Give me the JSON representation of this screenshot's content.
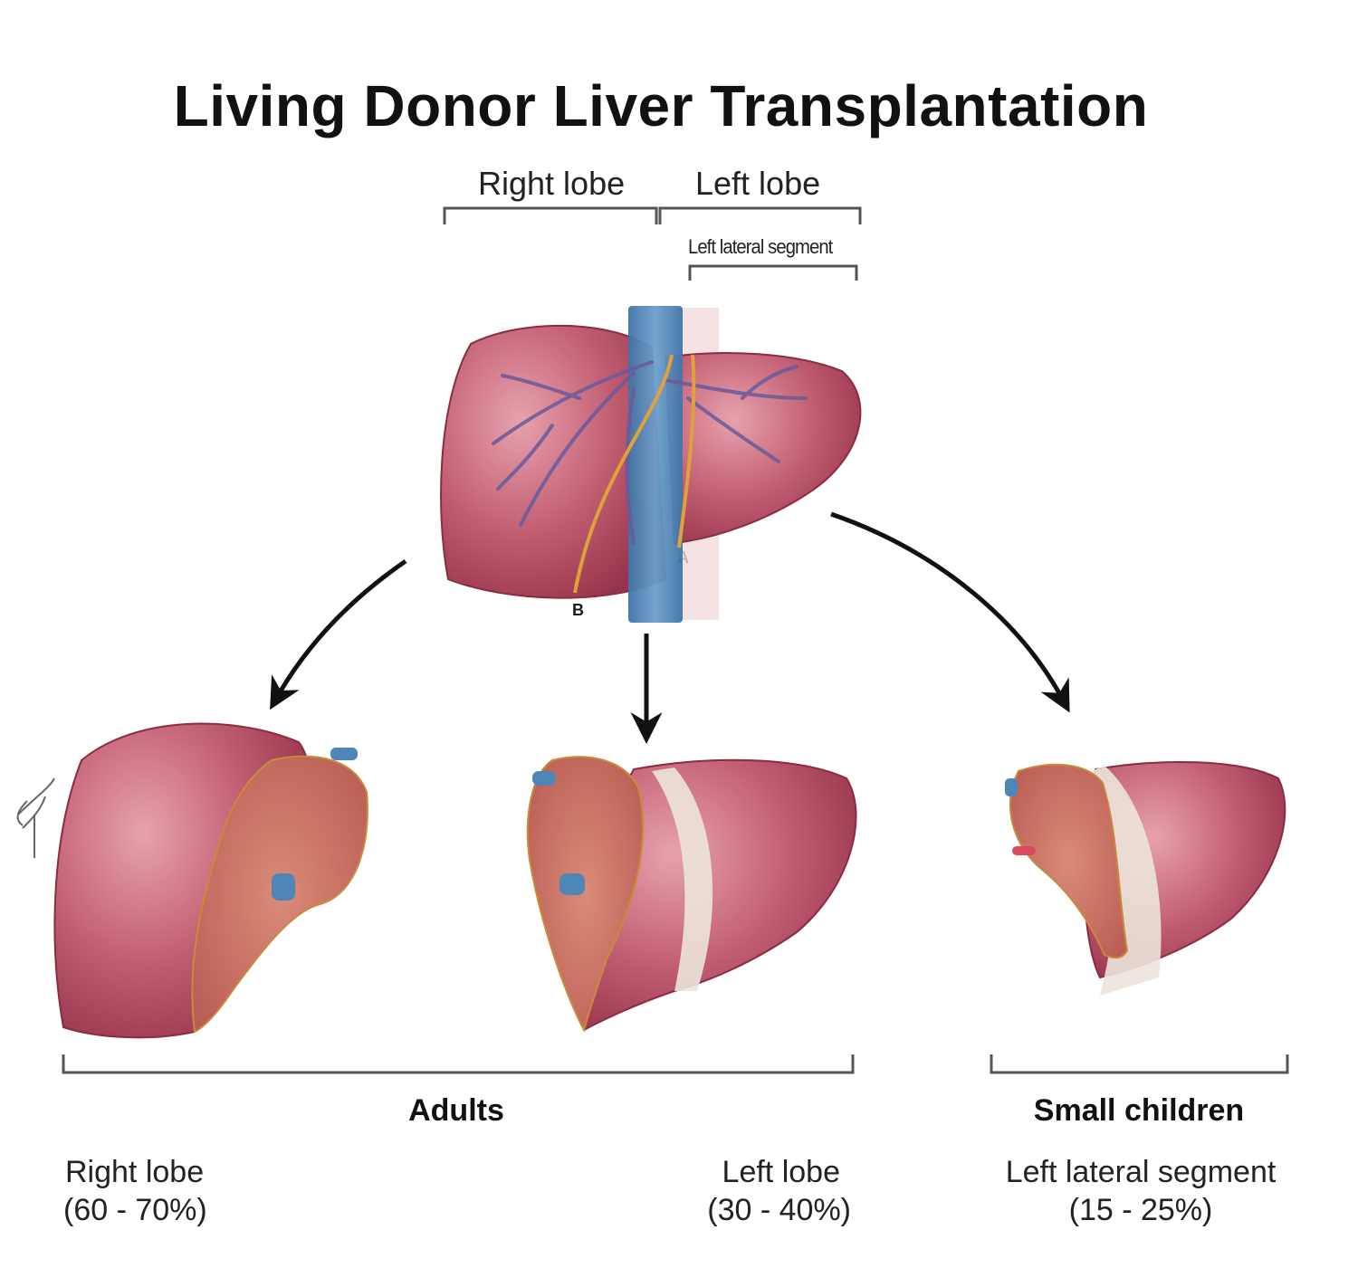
{
  "title": "Living Donor Liver Transplantation",
  "top_labels": {
    "right_lobe": "Right lobe",
    "left_lobe": "Left lobe",
    "left_lateral_segment": "Left lateral segment"
  },
  "markers": {
    "a": "A",
    "b": "B"
  },
  "groups": {
    "adults": "Adults",
    "small_children": "Small children"
  },
  "grafts": [
    {
      "name": "Right lobe",
      "percent": "(60 - 70%)"
    },
    {
      "name": "Left lobe",
      "percent": "(30 - 40%)"
    },
    {
      "name": "Left lateral segment",
      "percent": "(15 - 25%)"
    }
  ],
  "colors": {
    "liver": "#b5485d",
    "liver_light": "#d88a96",
    "parenchyma": "#c9735f",
    "vessel_blue": "#4f86b8",
    "vein_purple": "#6a5a9a",
    "bile_yellow": "#e0a13a",
    "bracket": "#555555"
  }
}
